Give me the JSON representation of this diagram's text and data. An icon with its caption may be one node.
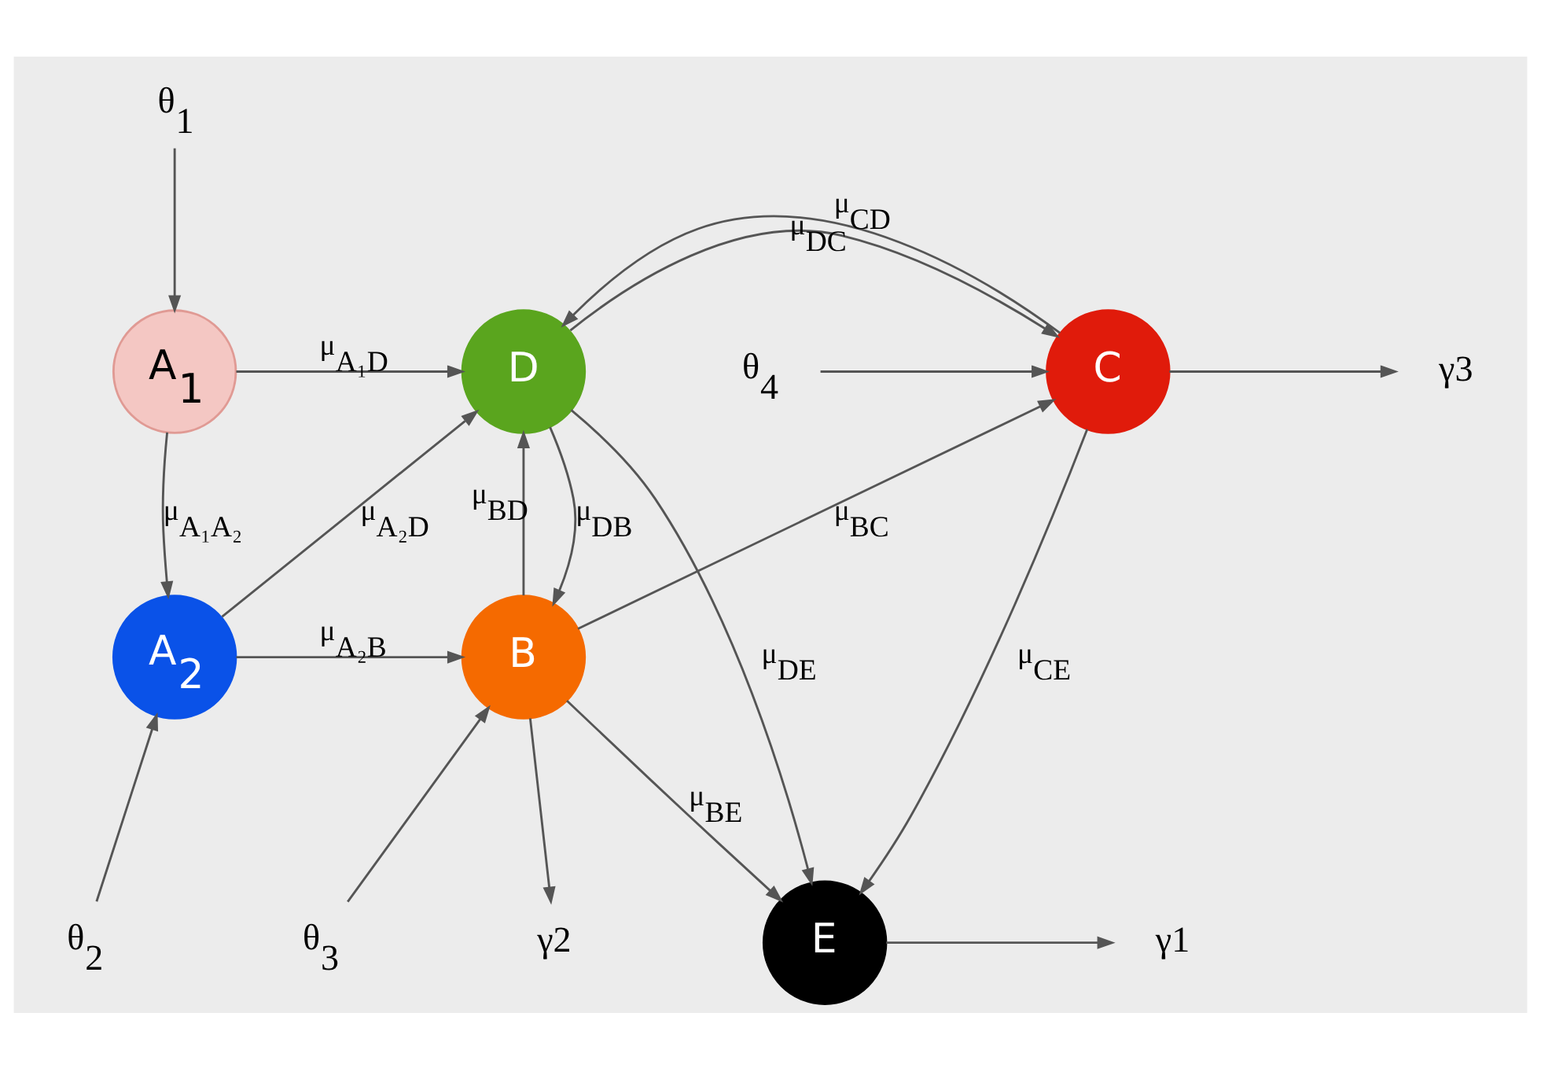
{
  "diagram": {
    "nodes": [
      {
        "text": [
          "γ1"
        ]
      },
      {
        "text": [
          "E"
        ]
      },
      {
        "text": [
          "θ$_{1}$"
        ]
      },
      {
        "text": [
          "A$_{1}$"
        ]
      },
      {
        "text": [
          "D"
        ]
      },
      {
        "text": [
          "C"
        ]
      },
      {
        "text": [
          "γ3"
        ]
      },
      {
        "text": [
          "θ$_{4}$"
        ]
      },
      {
        "text": [
          "A$_{2}$"
        ]
      },
      {
        "text": [
          "B"
        ]
      },
      {
        "text": [
          "θ$_{3}$"
        ]
      },
      {
        "text": [
          "γ2"
        ]
      },
      {
        "text": [
          "θ$_{2}$"
        ]
      }
    ],
    "edges": [
      {
        "from": 1,
        "to": 0,
        "arrow": "to"
      },
      {
        "from": 2,
        "to": 3,
        "arrow": "to"
      },
      {
        "from": 3,
        "to": 4,
        "arrow": "to",
        "label": "μ$_{A₁D}$"
      },
      {
        "from": 3,
        "to": 8,
        "arrow": "to",
        "label": "μ$_{A₁A₂}$"
      },
      {
        "from": 8,
        "to": 4,
        "arrow": "to",
        "label": "μ$_{A₂D}$"
      },
      {
        "from": 8,
        "to": 9,
        "arrow": "to",
        "label": "μ$_{A₂B}$"
      },
      {
        "from": 4,
        "to": 1,
        "arrow": "to",
        "label": "μ$_{DE}$"
      },
      {
        "from": 5,
        "to": 1,
        "arrow": "to",
        "label": "μ$_{CE}$"
      },
      {
        "from": 4,
        "to": 5,
        "arrow": "to",
        "label": "μ$_{DC}$"
      },
      {
        "from": 5,
        "to": 4,
        "arrow": "to",
        "label": "μ$_{CD}$"
      },
      {
        "from": 4,
        "to": 9,
        "arrow": "to",
        "label": "μ$_{DB}$"
      },
      {
        "from": 9,
        "to": 4,
        "arrow": "to",
        "label": "μ$_{BD}$"
      },
      {
        "from": 9,
        "to": 5,
        "arrow": "to",
        "label": "μ$_{BC}$"
      },
      {
        "from": 9,
        "to": 1,
        "arrow": "to",
        "label": "μ$_{BE}$"
      },
      {
        "from": 5,
        "to": 6,
        "arrow": "to"
      },
      {
        "from": 7,
        "to": 5,
        "arrow": "to"
      },
      {
        "from": 10,
        "to": 9,
        "arrow": "to"
      },
      {
        "from": 9,
        "to": 11,
        "arrow": "to"
      },
      {
        "from": 12,
        "to": 8,
        "arrow": "to"
      }
    ]
  }
}
